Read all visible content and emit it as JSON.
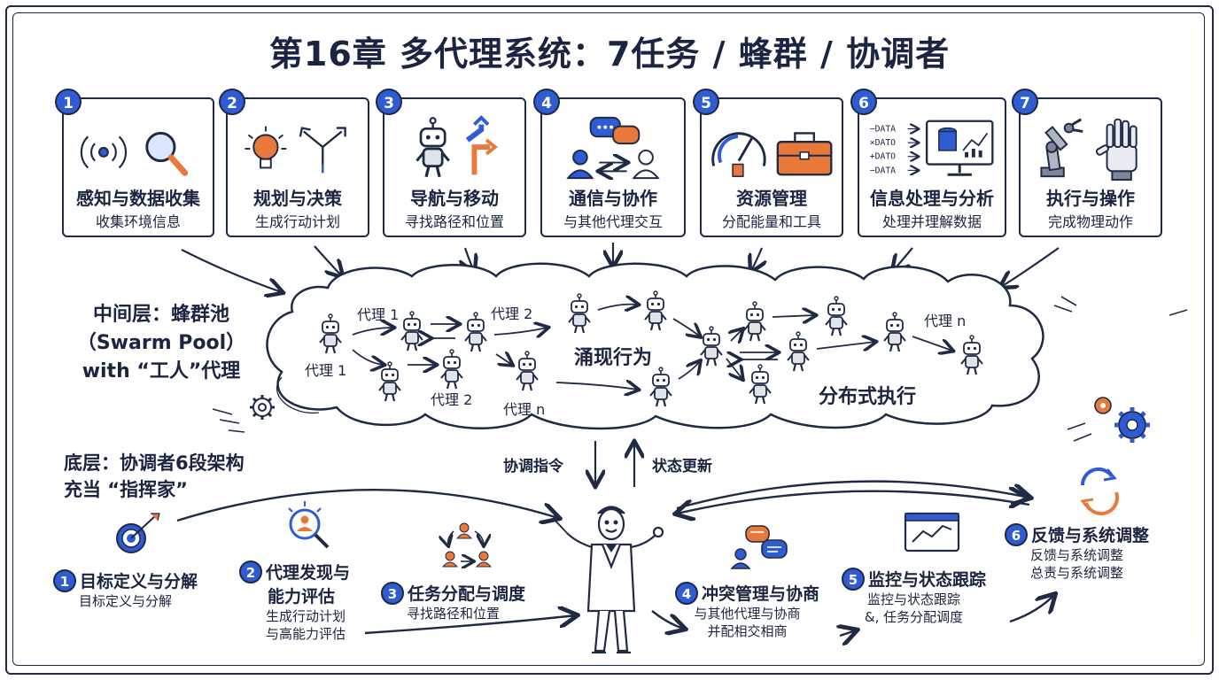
{
  "title": "第16章 多代理系统：7任务 / 蜂群 / 协调者",
  "tasks": [
    {
      "num": "1",
      "title": "感知与数据收集",
      "sub": "收集环境信息",
      "icons": [
        "radar-icon",
        "magnifier-icon"
      ]
    },
    {
      "num": "2",
      "title": "规划与决策",
      "sub": "生成行动计划",
      "icons": [
        "lightbulb-icon",
        "branch-arrow-icon"
      ]
    },
    {
      "num": "3",
      "title": "导航与移动",
      "sub": "寻找路径和位置",
      "icons": [
        "robot-icon",
        "turn-arrows-icon"
      ]
    },
    {
      "num": "4",
      "title": "通信与协作",
      "sub": "与其他代理交互",
      "icons": [
        "chat-bubbles-icon",
        "people-exchange-icon"
      ]
    },
    {
      "num": "5",
      "title": "资源管理",
      "sub": "分配能量和工具",
      "icons": [
        "gauge-icon",
        "toolbox-icon"
      ]
    },
    {
      "num": "6",
      "title": "信息处理与分析",
      "sub": "处理并理解数据",
      "icons": [
        "data-list-icon",
        "computer-database-icon"
      ],
      "data_lines": [
        "−DATA",
        "×DATO",
        "+DATO",
        "−DATA"
      ]
    },
    {
      "num": "7",
      "title": "执行与操作",
      "sub": "完成物理动作",
      "icons": [
        "robot-arm-icon",
        "robot-hand-icon"
      ]
    }
  ],
  "middle_layer": {
    "label_lines": [
      "中间层：蜂群池",
      "（Swarm Pool）",
      "with “工人”代理"
    ],
    "agent_labels": [
      "代理 1",
      "代理 1",
      "代理 2",
      "代理 2",
      "代理 n",
      "代理 n"
    ],
    "emergent": "涌现行为",
    "distributed": "分布式执行"
  },
  "bottom_layer": {
    "label_lines": [
      "底层：协调者6段架构",
      "充当 “指挥家”"
    ],
    "down_flow": "协调指令",
    "up_flow": "状态更新",
    "steps": [
      {
        "num": "1",
        "title": "目标定义与分解",
        "sub": [
          "目标定义与分解"
        ],
        "icon": "target-icon"
      },
      {
        "num": "2",
        "title": "代理发现与",
        "title2": "能力评估",
        "sub": [
          "生成行动计划",
          "与高能力评估"
        ],
        "icon": "search-person-icon"
      },
      {
        "num": "3",
        "title": "任务分配与调度",
        "sub": [
          "寻找路径和位置"
        ],
        "icon": "team-cycle-icon"
      },
      {
        "num": "4",
        "title": "冲突管理与协商",
        "sub": [
          "与其他代理与协商",
          "并配相交相商"
        ],
        "icon": "chat-icon"
      },
      {
        "num": "5",
        "title": "监控与状态跟踪",
        "sub": [
          "监控与状态跟踪",
          "&, 任务分配调度"
        ],
        "icon": "chart-monitor-icon"
      },
      {
        "num": "6",
        "title": "反馈与系统调整",
        "sub": [
          "反馈与系统调整",
          "总责与系统调整"
        ],
        "icon": "refresh-icon"
      }
    ]
  },
  "colors": {
    "ink": "#1b2440",
    "accent_blue": "#2f5bd3",
    "accent_orange": "#e8793a",
    "cloud_fill": "#ffffff"
  }
}
